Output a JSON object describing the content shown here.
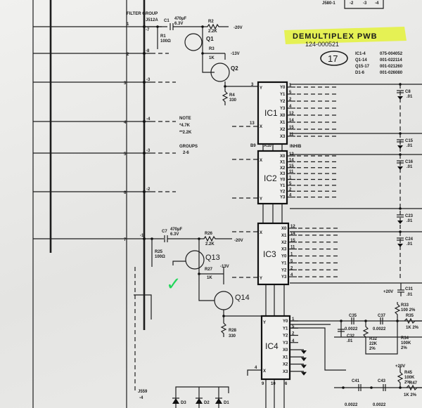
{
  "title_block": {
    "title": "DEMULTIPLEX PWB",
    "part_number": "124-000521",
    "sheet_number": "17",
    "highlight_color": "#e4f23a",
    "parts_list": [
      {
        "ref": "IC1-4",
        "part": "075-004052"
      },
      {
        "ref": "Q1-14",
        "part": "001-022114"
      },
      {
        "ref": "Q15-17",
        "part": "001-021260"
      },
      {
        "ref": "D1-6",
        "part": "001-026080"
      }
    ],
    "connector_top": "J580-1",
    "connector_top_pins": [
      "-2",
      "-3",
      "-4"
    ]
  },
  "note": {
    "heading": "NOTE",
    "line1": "*4.7K",
    "line2": "**2.2K",
    "line3": "GROUPS",
    "line4": "2-6"
  },
  "filter": {
    "label": "FILTER GROUP",
    "connector": "J512A",
    "bottom_connector": "J559",
    "bottom_pin": "-4"
  },
  "rows": [
    {
      "num": "1",
      "pin": "-7"
    },
    {
      "num": "2",
      "pin": "-8"
    },
    {
      "num": "3",
      "pin": "-3"
    },
    {
      "num": "4",
      "pin": "-4"
    },
    {
      "num": "5",
      "pin": "-3"
    },
    {
      "num": "6",
      "pin": "-2"
    },
    {
      "num": "7",
      "pin": "-1"
    }
  ],
  "group1": {
    "c1": "C1",
    "c1_val": "470µF",
    "c1_v": "6.3V",
    "r1": "R1",
    "r1_val": "100Ω",
    "r2": "R2",
    "r2_val": "2.2K",
    "v20": "-20V",
    "r3": "R3",
    "r3_val": "1K",
    "v13": "-13V",
    "q1": "Q1",
    "q2": "Q2",
    "r4": "R4",
    "r4_val": "330"
  },
  "group7": {
    "c7": "C7",
    "c7_val": "470µF",
    "c7_v": "6.3V",
    "r25": "R25",
    "r25_val": "100Ω",
    "r26": "R26",
    "r26_val": "2.2K",
    "v20": "-20V",
    "r27": "R27",
    "r27_val": "1K",
    "v13": "-13V",
    "q13": "Q13",
    "q14": "Q14",
    "r28": "R28",
    "r28_val": "330"
  },
  "ics": {
    "ic1": {
      "name": "IC1",
      "pins_right": [
        "Y0",
        "Y1",
        "Y2",
        "Y3",
        "X0",
        "X1",
        "X2",
        "X3"
      ],
      "pin_nums": [
        "1",
        "5",
        "2",
        "4",
        "12",
        "14",
        "15",
        "11"
      ]
    },
    "ic2": {
      "name": "IC2",
      "pins_right": [
        "X0",
        "X1",
        "X2",
        "X3",
        "Y0",
        "Y1",
        "Y2",
        "Y3"
      ],
      "pin_nums": [
        "12",
        "14",
        "15",
        "11",
        "1",
        "5",
        "2",
        "4"
      ]
    },
    "ic3": {
      "name": "IC3",
      "pins_right": [
        "X0",
        "X1",
        "X2",
        "X3",
        "Y0",
        "Y1",
        "Y2",
        "Y3"
      ],
      "pin_nums": [
        "12",
        "14",
        "15",
        "11",
        "1",
        "5",
        "2",
        "4"
      ]
    },
    "ic4": {
      "name": "IC4",
      "pins_right": [
        "Y0",
        "Y1",
        "Y2",
        "Y3",
        "X0",
        "X1",
        "X2",
        "X3"
      ],
      "pin_nums": [
        "1",
        "5",
        "2",
        "4"
      ]
    },
    "inhib": "INHIB",
    "b9": "B9",
    "a10": "A10",
    "p9": "9",
    "p10": "10",
    "p6": "6",
    "p3": "3",
    "p13": "13",
    "p4": "4",
    "in_x": "X",
    "in_y": "Y"
  },
  "bypass_caps": [
    {
      "ref": "C8",
      "val": ".01"
    },
    {
      "ref": "C15",
      "val": ".01"
    },
    {
      "ref": "C16",
      "val": ".01"
    },
    {
      "ref": "C23",
      "val": ".01"
    },
    {
      "ref": "C24",
      "val": ".01"
    }
  ],
  "filter_section": {
    "c31": "C31",
    "c31_val": ".01",
    "v20a": "+20V",
    "r33": "R33",
    "r33_val": "100 2%",
    "c35": "C35",
    "c35_val": "0.0022",
    "c37": "C37",
    "c37_val": "0.0022",
    "r35": "R35",
    "r35_val": "1K 2%",
    "c32": "C32",
    "c32_val": ".01",
    "r32": "R32",
    "r32_val": "22K",
    "r32_tol": "2%",
    "r34": "R34",
    "r34_val": "100K",
    "r34_tol": "2%",
    "v20b": "+20V",
    "r45": "R45",
    "r45_val": "100K",
    "r45_tol": "2%",
    "c41": "C41",
    "c41_val": "0.0022",
    "c43": "C43",
    "c43_val": "0.0022",
    "r47": "R47",
    "r47_val": "1K 2%"
  },
  "diodes": [
    "D3",
    "D2",
    "D1"
  ],
  "annotation_check": "✓",
  "annotation_color": "#22d65a"
}
